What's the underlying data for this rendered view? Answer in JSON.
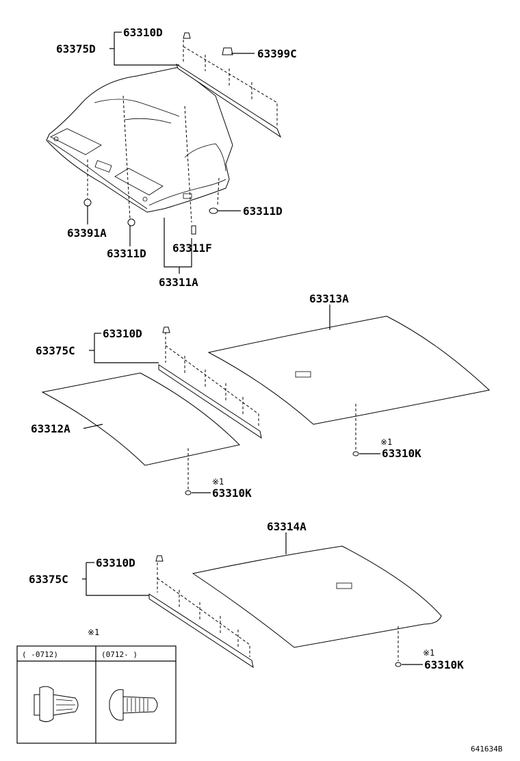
{
  "labels": {
    "p63310D_a": "63310D",
    "p63375D": "63375D",
    "p63399C": "63399C",
    "p63311D_a": "63311D",
    "p63391A": "63391A",
    "p63311D_b": "63311D",
    "p63311F": "63311F",
    "p63311A": "63311A",
    "p63313A": "63313A",
    "p63310D_b": "63310D",
    "p63375C_a": "63375C",
    "p63312A": "63312A",
    "p63310K_a": "63310K",
    "p63310K_b": "63310K",
    "p63314A": "63314A",
    "p63310D_c": "63310D",
    "p63375C_b": "63375C",
    "p63310K_c": "63310K"
  },
  "notes": {
    "mark1": "※1",
    "mark2": "※1",
    "mark3": "※1",
    "mark4": "※1"
  },
  "table": {
    "col1": "(    -0712)",
    "col2": "(0712-      )"
  },
  "figure_id": "641634B"
}
